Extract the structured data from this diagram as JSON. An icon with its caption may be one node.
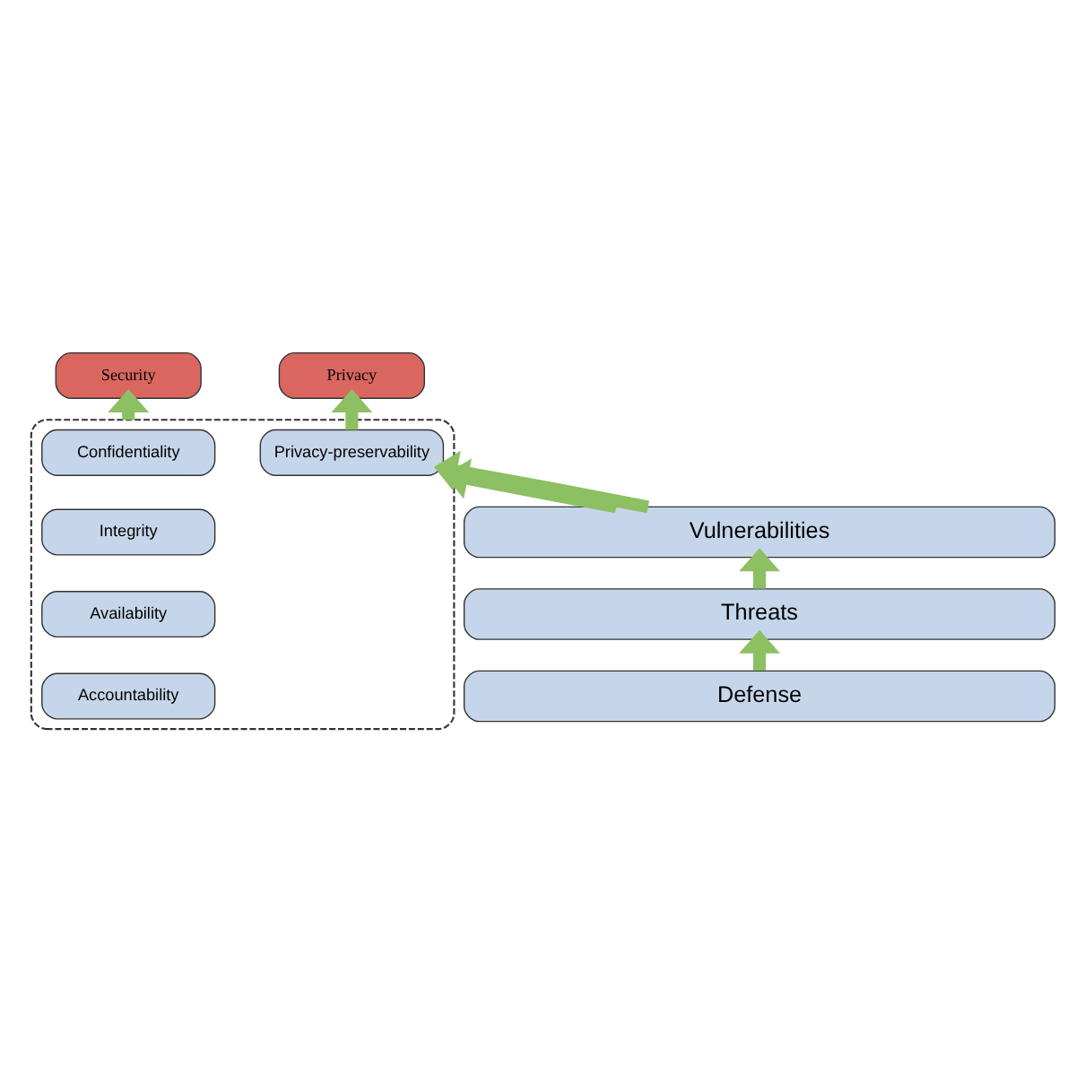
{
  "diagram": {
    "nodes": [
      {
        "text": [
          "Security"
        ]
      },
      {
        "text": [
          "Privacy"
        ]
      },
      {
        "text": [],
        "shape": "box"
      },
      {
        "text": [
          "Confidentiality"
        ],
        "in": 2
      },
      {
        "text": [
          "Integrity"
        ],
        "in": 2
      },
      {
        "text": [
          "Availability"
        ],
        "in": 2
      },
      {
        "text": [
          "Accountability"
        ],
        "in": 2
      },
      {
        "text": [
          "Privacy-preservability"
        ],
        "in": 2
      },
      {
        "text": [
          "Vulnerabilities"
        ]
      },
      {
        "text": [
          "Threats"
        ]
      },
      {
        "text": [
          "Defense"
        ]
      }
    ],
    "edges": [
      {
        "from": 10,
        "to": 9,
        "arrow": "to"
      },
      {
        "from": 9,
        "to": 8,
        "arrow": "to"
      },
      {
        "from": 8,
        "to": 2,
        "arrow": "to"
      },
      {
        "from": 8,
        "to": 7,
        "arrow": "to"
      },
      {
        "from": 7,
        "to": 1,
        "arrow": "to"
      },
      {
        "from": 2,
        "to": 0,
        "arrow": "to"
      }
    ]
  }
}
